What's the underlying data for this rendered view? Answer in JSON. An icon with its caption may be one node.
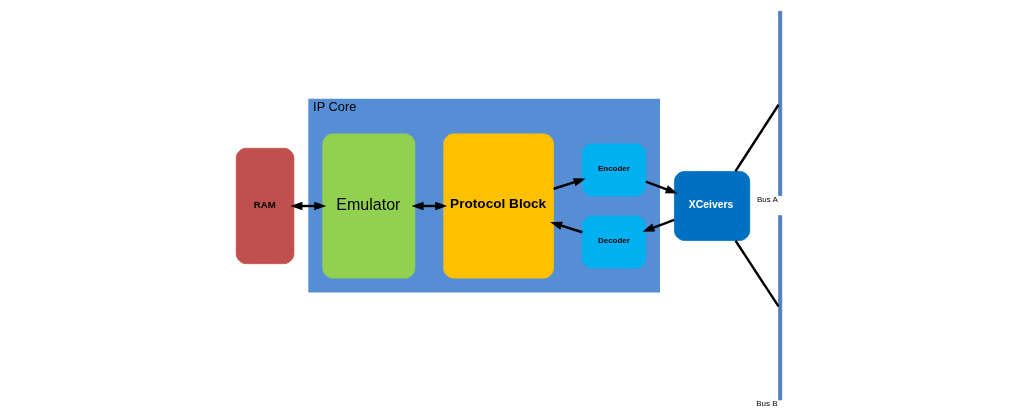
{
  "diagram": {
    "nodes": [
      {
        "text": [
          "RAM"
        ]
      },
      {
        "text": [
          "IP Core"
        ]
      },
      {
        "text": [
          "Emulator"
        ],
        "in": 1
      },
      {
        "text": [
          "Protocol Block"
        ],
        "in": 1
      },
      {
        "text": [
          "Decoder"
        ],
        "in": 1
      },
      {
        "text": [
          "Encoder"
        ],
        "in": 1
      },
      {
        "text": [
          "XCeivers"
        ]
      },
      {
        "text": [
          "Bus A"
        ]
      },
      {
        "text": [
          "Bus B"
        ]
      }
    ],
    "edges": [
      {
        "from": 0,
        "to": 2,
        "arrow": "both"
      },
      {
        "from": 2,
        "to": 3,
        "arrow": "both"
      },
      {
        "from": 4,
        "to": 3,
        "arrow": "to"
      },
      {
        "from": 3,
        "to": 5,
        "arrow": "to"
      },
      {
        "from": 6,
        "to": 4,
        "arrow": "to"
      },
      {
        "from": 5,
        "to": 6,
        "arrow": "to"
      },
      {
        "from": 6,
        "to": 7,
        "arrow": "none"
      },
      {
        "from": 6,
        "to": 8,
        "arrow": "none"
      }
    ]
  }
}
